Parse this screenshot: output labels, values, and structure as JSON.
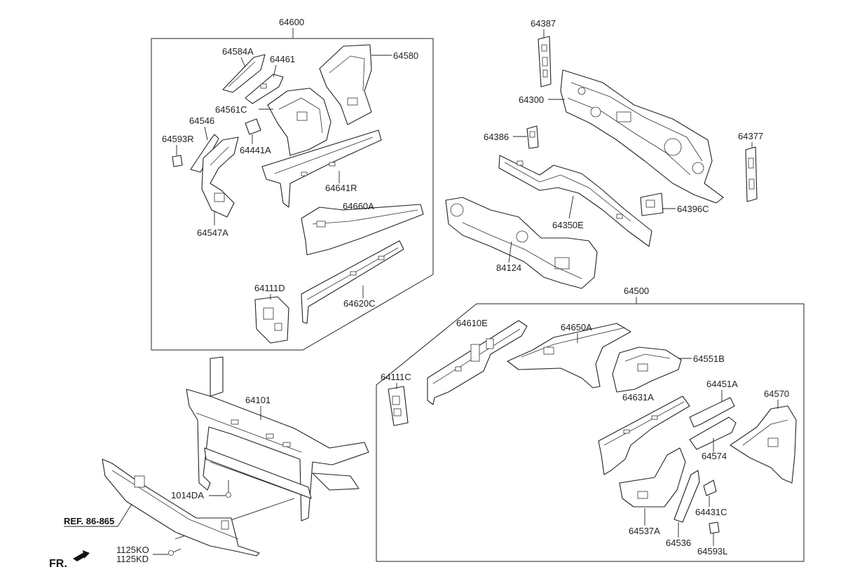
{
  "group_labels": {
    "upper_left": "64600",
    "lower_right": "64500"
  },
  "part_labels": {
    "p64387": "64387",
    "p64300": "64300",
    "p64386": "64386",
    "p64377": "64377",
    "p64396C": "64396C",
    "p64350E": "64350E",
    "p84124": "84124",
    "p64584A": "64584A",
    "p64461": "64461",
    "p64580": "64580",
    "p64561C": "64561C",
    "p64546": "64546",
    "p64593R": "64593R",
    "p64441A": "64441A",
    "p64641R": "64641R",
    "p64660A": "64660A",
    "p64547A": "64547A",
    "p64111D": "64111D",
    "p64620C": "64620C",
    "p64101": "64101",
    "p1014DA": "1014DA",
    "p1125KO": "1125KO",
    "p1125KD": "1125KD",
    "p64610E": "64610E",
    "p64650A": "64650A",
    "p64551B": "64551B",
    "p64111C": "64111C",
    "p64631A": "64631A",
    "p64451A": "64451A",
    "p64570": "64570",
    "p64574": "64574",
    "p64537A": "64537A",
    "p64536": "64536",
    "p64431C": "64431C",
    "p64593L": "64593L"
  },
  "reference_label": "REF. 86-865",
  "direction_label": "FR."
}
